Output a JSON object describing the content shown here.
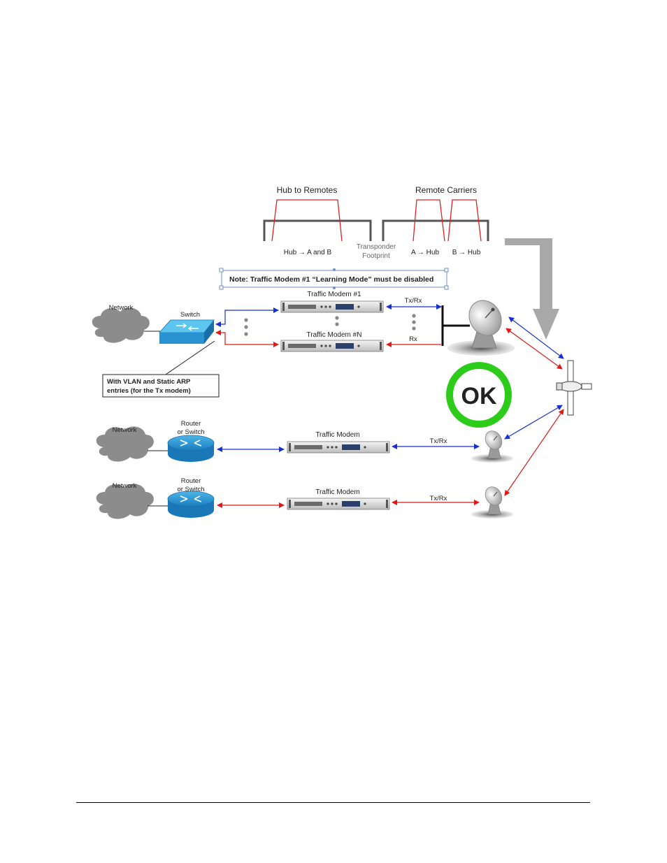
{
  "spectrum": {
    "hub_group_title": "Hub to Remotes",
    "remote_group_title": "Remote Carriers",
    "hub_carrier_label": "Hub → A and B",
    "transponder_label_line1": "Transponder",
    "transponder_label_line2": "Footprint",
    "carrier_a_label": "A → Hub",
    "carrier_b_label": "B → Hub"
  },
  "note": "Note: Traffic Modem #1 “Learning Mode” must be disabled",
  "top_group": {
    "network_label": "Network",
    "switch_label": "Switch",
    "modem_first_label": "Traffic Modem #1",
    "modem_last_label": "Traffic Modem #N",
    "txrx_label": "Tx/Rx",
    "rx_label": "Rx",
    "callout_line1": "With VLAN and Static ARP",
    "callout_line2": "entries (for the Tx modem)"
  },
  "ok_badge": "OK",
  "remote_a": {
    "network_label": "Network",
    "router_label_line1": "Router",
    "router_label_line2": "or Switch",
    "modem_label": "Traffic Modem",
    "link_label": "Tx/Rx"
  },
  "remote_b": {
    "network_label": "Network",
    "router_label_line1": "Router",
    "router_label_line2": "or Switch",
    "modem_label": "Traffic Modem",
    "link_label": "Tx/Rx"
  },
  "colors": {
    "carrier_red": "#e02020",
    "link_blue": "#1a2fd0",
    "link_red": "#e01818",
    "ok_green": "#2ecc1a",
    "arrow_gray": "#a8a8a8"
  }
}
